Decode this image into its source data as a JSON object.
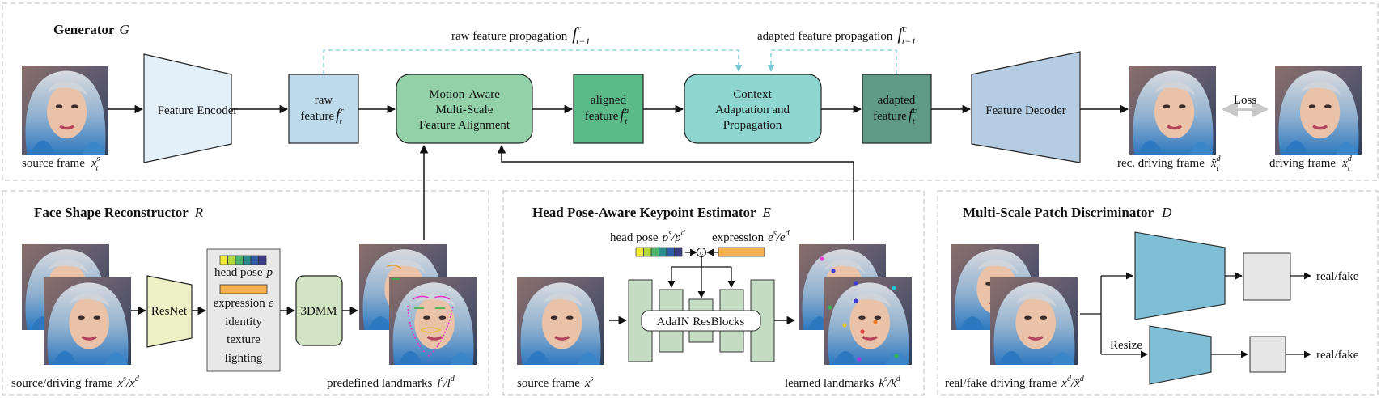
{
  "colors": {
    "encoder": "#e3f0fa",
    "feature_box": "#bcdaea",
    "alignment": "#93d2a8",
    "aligned_feature": "#5cb98a",
    "context": "#8fd6d0",
    "adapted_feature": "#5e9a86",
    "decoder": "#b4cde2",
    "resnet": "#eef0c6",
    "param_panel": "#e8e8e8",
    "threedmm": "#d3e4c3",
    "keypoint_net": "#c3dcc3",
    "expression_bar": "#f8b14f",
    "discriminator": "#7fbfd6",
    "disc_out": "#e6e6e6",
    "dashed_link": "#79c9d6",
    "section_border": "#bdbdbd",
    "loss_arrow": "#c8c8c8",
    "pose_colors": [
      "#f2e837",
      "#b4d73c",
      "#4db36a",
      "#2a8c8c",
      "#2f5ea6",
      "#3b3b8a"
    ]
  },
  "generator": {
    "title": "Generator",
    "symbol": "G",
    "source_caption": "source frame",
    "source_math": "x",
    "source_sup": "s",
    "source_sub": "t",
    "encoder": "Feature Encoder",
    "raw_line1": "raw",
    "raw_line2": "feature",
    "raw_math": "f",
    "raw_sup": "r",
    "raw_sub": "t",
    "alignment_lines": [
      "Motion-Aware",
      "Multi-Scale",
      "Feature Alignment"
    ],
    "aligned_line1": "aligned",
    "aligned_line2": "feature",
    "aligned_math": "f",
    "aligned_sup": "a",
    "aligned_sub": "t",
    "context_lines": [
      "Context",
      "Adaptation and",
      "Propagation"
    ],
    "adapted_line1": "adapted",
    "adapted_line2": "feature",
    "adapted_math": "f",
    "adapted_sup": "c",
    "adapted_sub": "t",
    "decoder": "Feature Decoder",
    "raw_prop_label": "raw feature propagation",
    "raw_prop_math": "f",
    "raw_prop_sup": "r",
    "raw_prop_sub": "t−1",
    "adapted_prop_label": "adapted feature propagation",
    "adapted_prop_math": "f",
    "adapted_prop_sup": "c",
    "adapted_prop_sub": "t−1",
    "rec_caption": "rec. driving frame",
    "rec_math": "x̂",
    "rec_sup": "d",
    "rec_sub": "t",
    "driving_caption": "driving frame",
    "driving_math": "x",
    "driving_sup": "d",
    "driving_sub": "t",
    "loss": "Loss"
  },
  "reconstructor": {
    "title": "Face Shape Reconstructor",
    "symbol": "R",
    "caption": "source/driving frame",
    "caption_math": "x",
    "caption_sup1": "s",
    "caption_sep": "/x",
    "caption_sup2": "d",
    "resnet": "ResNet",
    "head_pose": "head pose",
    "head_pose_math": "p",
    "expression": "expression",
    "expression_math": "e",
    "identity": "identity",
    "texture": "texture",
    "lighting": "lighting",
    "threedmm": "3DMM",
    "landmarks_caption": "predefined landmarks",
    "landmarks_math": "l",
    "landmarks_sup1": "s",
    "landmarks_sep": "/l",
    "landmarks_sup2": "d"
  },
  "keypoint": {
    "title": "Head Pose-Aware Keypoint Estimator",
    "symbol": "E",
    "head_pose": "head pose",
    "head_pose_math": "p",
    "head_pose_sup1": "s",
    "head_pose_sep": "/p",
    "head_pose_sup2": "d",
    "expression": "expression",
    "expression_math": "e",
    "expression_sup1": "s",
    "expression_sep": "/e",
    "expression_sup2": "d",
    "concat": "c",
    "adain": "AdaIN ResBlocks",
    "source_caption": "source frame",
    "source_math": "x",
    "source_sup": "s",
    "landmarks_caption": "learned landmarks",
    "landmarks_math": "k",
    "landmarks_sup1": "s",
    "landmarks_sep": "/k",
    "landmarks_sup2": "d"
  },
  "discriminator": {
    "title": "Multi-Scale Patch Discriminator",
    "symbol": "D",
    "resize": "Resize",
    "out1": "real/fake",
    "out2": "real/fake",
    "caption": "real/fake driving frame",
    "caption_math": "x",
    "caption_sup1": "d",
    "caption_sep": "/x̂",
    "caption_sup2": "d"
  }
}
